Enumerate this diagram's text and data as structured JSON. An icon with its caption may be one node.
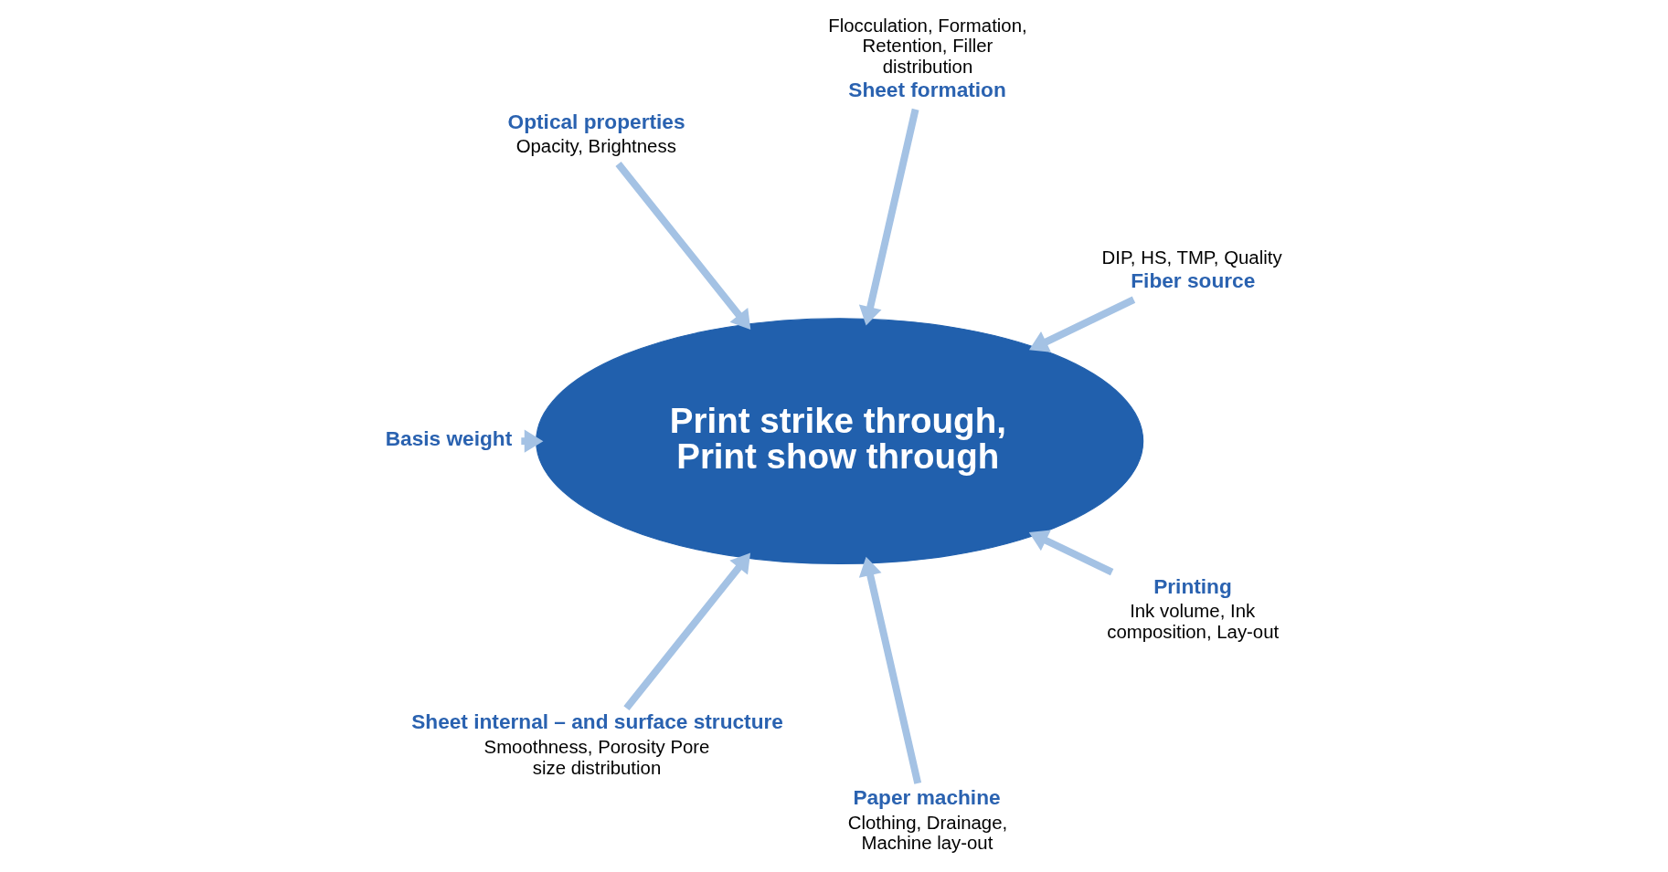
{
  "diagram": {
    "nodes": [
      {
        "text": [
          "Flocculation, Formation, Retention, Filler distribution",
          "Sheet formation"
        ]
      },
      {
        "text": [
          "DIP, HS, TMP, Quality",
          "Fiber source"
        ]
      },
      {
        "text": [
          "Optical properties",
          "Opacity, Brightness"
        ]
      },
      {
        "text": [
          "Print strike through, Print show through"
        ]
      },
      {
        "text": [
          "Printing",
          "Ink volume, Ink composition, Lay-out"
        ]
      },
      {
        "text": [
          "Basis weight"
        ]
      },
      {
        "text": [
          "Paper machine",
          "Clothing, Drainage, Machine lay-out"
        ]
      },
      {
        "text": [
          "Sheet internal – and surface structure",
          "Smoothness, Porosity Pore size distribution"
        ]
      }
    ],
    "edges": [
      {
        "from": 0,
        "to": 3,
        "arrow": "to"
      },
      {
        "from": 1,
        "to": 3,
        "arrow": "to"
      },
      {
        "from": 2,
        "to": 3,
        "arrow": "to"
      },
      {
        "from": 4,
        "to": 3,
        "arrow": "to"
      },
      {
        "from": 5,
        "to": 3,
        "arrow": "to"
      },
      {
        "from": 6,
        "to": 3,
        "arrow": "to"
      },
      {
        "from": 7,
        "to": 3,
        "arrow": "to"
      }
    ]
  }
}
